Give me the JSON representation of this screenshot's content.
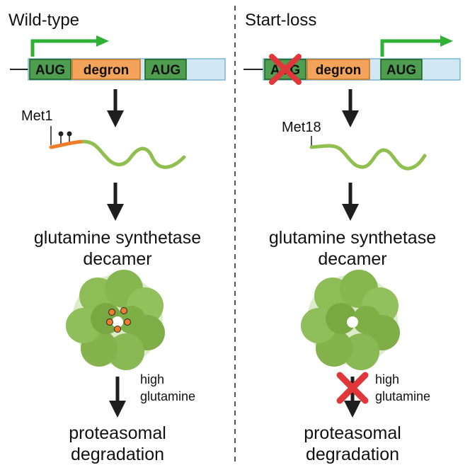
{
  "left": {
    "title": "Wild-type",
    "start_codon": "AUG",
    "degron": "degron",
    "second_codon": "AUG",
    "met_label": "Met1",
    "enzyme_label_line1": "glutamine synthetase",
    "enzyme_label_line2": "decamer",
    "condition_line1": "high",
    "condition_line2": "glutamine",
    "outcome_line1": "proteasomal",
    "outcome_line2": "degradation"
  },
  "right": {
    "title": "Start-loss",
    "start_codon": "AUG",
    "degron": "degron",
    "second_codon": "AUG",
    "met_label": "Met18",
    "enzyme_label_line1": "glutamine synthetase",
    "enzyme_label_line2": "decamer",
    "condition_line1": "high",
    "condition_line2": "glutamine",
    "outcome_line1": "proteasomal",
    "outcome_line2": "degradation"
  },
  "colors": {
    "start_arrow": "#2eb135",
    "aug_box": "#4f9d4f",
    "degron_box": "#f3a35a",
    "mrna_strip": "#cfe8f3",
    "protein_chain": "#8fbf4f",
    "degron_segment": "#f07d2a",
    "cross": "#e0383a",
    "arrow": "#1e1e1e"
  }
}
